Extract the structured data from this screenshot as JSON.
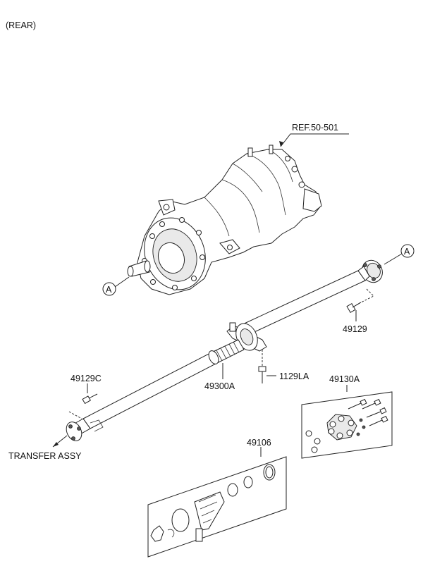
{
  "header": {
    "title": "(REAR)"
  },
  "callouts": {
    "ref_label": "REF.50-501",
    "ref_letter_a_front": "A",
    "ref_letter_a_rear": "A",
    "part_49129": "49129",
    "part_1129la": "1129LA",
    "part_49300a": "49300A",
    "part_49129c": "49129C",
    "part_49130a": "49130A",
    "part_49106": "49106",
    "transfer_assy": "TRANSFER ASSY"
  }
}
